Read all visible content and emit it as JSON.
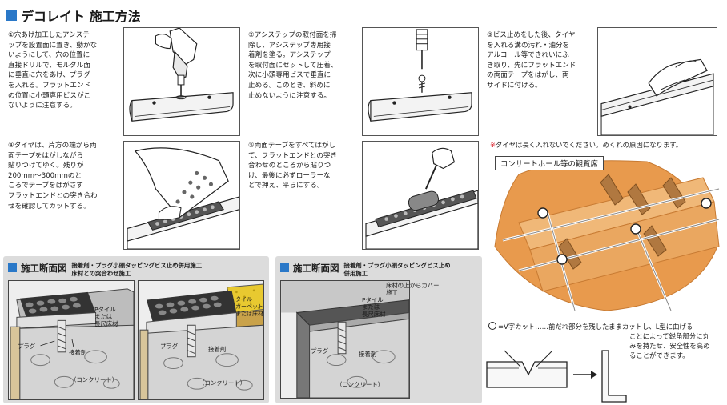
{
  "title": "デコレイト 施工方法",
  "steps": [
    {
      "lines": [
        "①穴あけ加工したアシステ",
        "ップを設置面に置き、動かな",
        "いようにして、穴の位置に",
        "直接ドリルで、モルタル面",
        "に垂直に穴をあけ、プラグ",
        "を入れる。フラットエンド",
        "の位置に小頭専用ビスがこ",
        "ないように注意する。"
      ]
    },
    {
      "lines": [
        "②アシステップの取付面を掃",
        "除し、アシステップ専用接",
        "着剤を塗る。アシステップ",
        "を取付面にセットして圧着、",
        "次に小頭専用ビスで垂直に",
        "止める。このとき、斜めに",
        "止めないように注意する。"
      ]
    },
    {
      "lines": [
        "③ビス止めをした後、タイヤ",
        "を入れる溝の汚れ・油分を",
        "アルコール等できれいにふ",
        "き取り、先にフラットエンド",
        "の両面テープをはがし、両",
        "サイドに付ける。"
      ]
    },
    {
      "lines": [
        "④タイヤは、片方の端から両",
        "面テープをはがしながら",
        "貼りつけてゆく。残りが",
        "200mm～300mmのと",
        "ころでテープをはがさず",
        "フラットエンドとの突き合わ",
        "せを確認してカットする。"
      ]
    },
    {
      "lines": [
        "⑤両面テープをすべてはがし",
        "て、フラットエンドとの突き",
        "合わせのところから貼りつ",
        "け、最後に必ずローラーな",
        "どで押え、平らにする。"
      ]
    }
  ],
  "note": {
    "star": "※",
    "text": "タイヤは長く入れないでください。めくれの原因になります。"
  },
  "concert": {
    "label": "コンサートホール等の観覧席"
  },
  "vcut": {
    "lines": [
      "=V字カット……前だれ部分を残したままカットし、L型に曲げる",
      "ことによって鋭角部分に丸",
      "みを持たせ、安全性を高め",
      "ることができます。"
    ]
  },
  "section1": {
    "head": "施工断面図",
    "sub": [
      "接着剤・プラグ小頭タッピングビス止め併用施工",
      "床材との突合わせ施工"
    ],
    "labels": {
      "ptile": [
        "Pタイル",
        "または",
        "長尺床材"
      ],
      "plug": "プラグ",
      "adhesive": "接着剤",
      "concrete": "（コンクリート）",
      "tile2": [
        "タイル",
        "カーペット",
        "または床材"
      ]
    }
  },
  "section2": {
    "head": "施工断面図",
    "sub": [
      "接着剤・プラグ小頭タッピングビス止め",
      "併用施工"
    ],
    "labels": {
      "cover": [
        "床材の上からカバー",
        "施工"
      ],
      "ptile": [
        "Pタイル",
        "または",
        "長尺床材"
      ],
      "plug": "プラグ",
      "adhesive": "接着剤",
      "concrete": "（コンクリート）"
    }
  }
}
